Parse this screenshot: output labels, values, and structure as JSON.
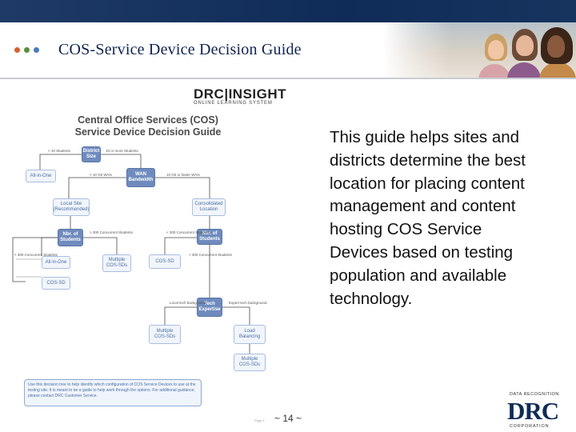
{
  "slide": {
    "title": "COS-Service Device Decision Guide",
    "body": "This guide helps sites and districts determine the best location for placing content management and content hosting COS Service Devices based on testing population and available technology.",
    "page_number": "~ 14 ~",
    "colors": {
      "dot1": "#d4622e",
      "dot2": "#5b8f3a",
      "dot3": "#4b79c2",
      "title": "#0f2350",
      "topbar": "#1f3a66"
    }
  },
  "guide": {
    "logo": {
      "main": "DRC|INSIGHT",
      "sub": "ONLINE LEARNING SYSTEM"
    },
    "title_line1": "Central Office Services (COS)",
    "title_line2": "Service Device Decision Guide",
    "nodes": {
      "district_size": "District Size",
      "all_in_one_top": "All-in-One",
      "wan_bandwidth": "WAN Bandwidth",
      "local_site": "Local Site (Recommended)",
      "consolidated": "Consolidated Location",
      "nbr_students_left": "Nbr. of Students",
      "nbr_students_right": "Nbr. of Students",
      "all_in_one_mid": "All-in-One",
      "multiple_cos_left": "Multiple COS-SDs",
      "cos_sd_right": "COS-SD",
      "cos_sd_left": "COS-SD",
      "tech_expertise": "Tech Expertise",
      "multiple_cos_bottom": "Multiple COS-SDs",
      "load_balancing": "Load Balancing",
      "multiple_cos_final": "Multiple COS-SDs"
    },
    "edge_labels": {
      "lt_students": "< 10 Students",
      "gt_students": "10 or more Students",
      "wan_low": "< 10 Gb WAN",
      "wan_high": "10 Gb or faster WAN",
      "lt_concurrent": "< 300 Concurrent Students",
      "gt_concurrent_left": "> 300 Concurrent Students",
      "lt_concurrent_right": "< 300 Concurrent Students",
      "gt_concurrent_right": "> 300 Concurrent Students",
      "local_tech": "Local tech background",
      "expert_tech": "Expert tech background"
    },
    "note": "Use this decision tree to help identify which configuration of COS Service Devices to use at the testing site. It is meant to be a guide to help work through the options. For additional guidance, please contact DRC Customer Service."
  },
  "footer": {
    "drc_top": "DATA RECOGNITION",
    "drc_logo": "DRC",
    "drc_sub": "CORPORATION",
    "tiny": "Page 1"
  }
}
